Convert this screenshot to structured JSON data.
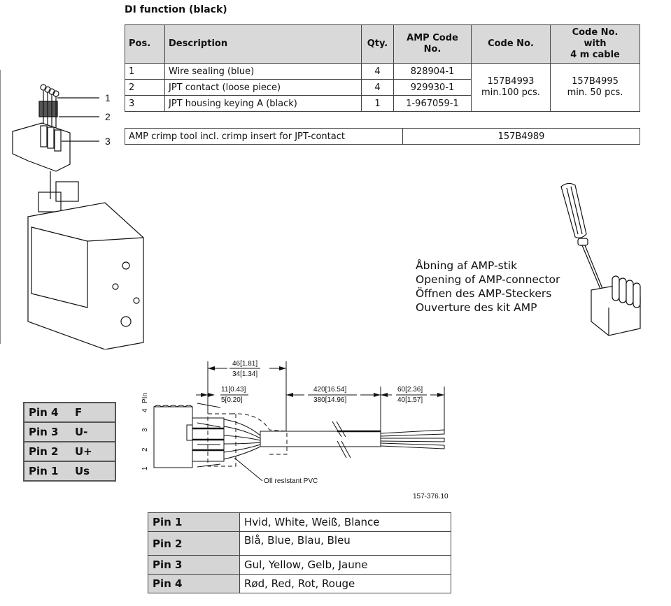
{
  "title": "DI function (black)",
  "parts_table": {
    "headers": [
      "Pos.",
      "Description",
      "Qty.",
      "AMP Code No.",
      "Code No.",
      "Code No. with 4 m cable"
    ],
    "header_code_cable_lines": [
      "Code No.",
      "with",
      "4 m cable"
    ],
    "rows": [
      {
        "pos": "1",
        "description": "Wire sealing (blue)",
        "qty": "4",
        "amp_code": "828904-1"
      },
      {
        "pos": "2",
        "description": "JPT contact (loose piece)",
        "qty": "4",
        "amp_code": "929930-1"
      },
      {
        "pos": "3",
        "description": "JPT housing keying A (black)",
        "qty": "1",
        "amp_code": "1-967059-1"
      }
    ],
    "code_no": {
      "code": "157B4993",
      "min": "min.100 pcs."
    },
    "code_no_cable": {
      "code": "157B4995",
      "min": "min. 50 pcs."
    }
  },
  "tool_table": {
    "description": "AMP crimp tool incl. crimp insert for JPT-contact",
    "code": "157B4989"
  },
  "exploded_view": {
    "callouts": [
      "1",
      "2",
      "3"
    ]
  },
  "opening_caption": [
    "Åbning af AMP-stik",
    "Opening of AMP-connector",
    "Öffnen des AMP-Steckers",
    "Ouverture des kit AMP"
  ],
  "pin_box": [
    {
      "pin": "Pin 4",
      "signal": "F"
    },
    {
      "pin": "Pin 3",
      "signal": "U-"
    },
    {
      "pin": "Pin 2",
      "signal": "U+"
    },
    {
      "pin": "Pin 1",
      "signal": "Us"
    }
  ],
  "drawing": {
    "pin_axis_label": "PIn",
    "pin_numbers": [
      "4",
      "3",
      "2",
      "1"
    ],
    "dims": {
      "d1_top": "46[1.81]",
      "d1_bottom": "34[1.34]",
      "d2_top": "11[0.43]",
      "d2_bottom": "5[0.20]",
      "d3_top": "420[16.54]",
      "d3_bottom": "380[14.96]",
      "d4_top": "60[2.36]",
      "d4_bottom": "40[1.57]"
    },
    "cable_note": "OIl resIstant PVC",
    "drawing_number": "157-376.10"
  },
  "color_table": [
    {
      "pin": "Pin 1",
      "colors": "Hvid, White, Weiß, Blance"
    },
    {
      "pin": "Pin 2",
      "colors": "Blå, Blue, Blau, Bleu"
    },
    {
      "pin": "Pin 3",
      "colors": "Gul, Yellow, Gelb, Jaune"
    },
    {
      "pin": "Pin 4",
      "colors": "Rød, Red, Rot, Rouge"
    }
  ]
}
